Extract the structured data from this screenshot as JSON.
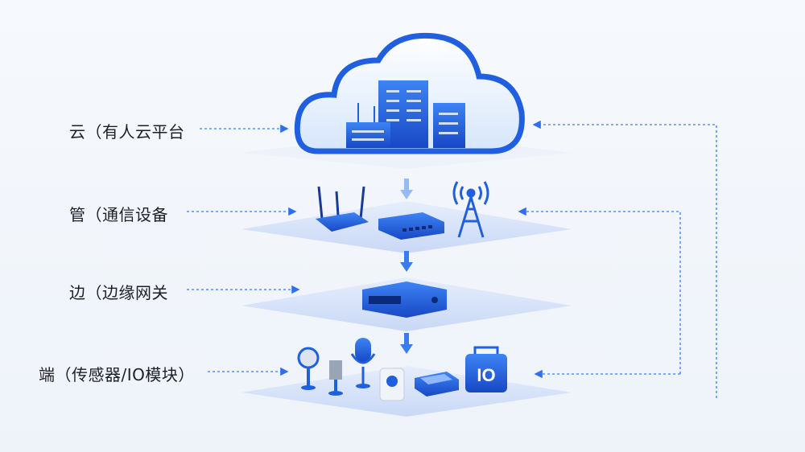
{
  "layers": [
    {
      "label": "云（有人云平台",
      "icon": "cloud-server-icon"
    },
    {
      "label": "管（通信设备",
      "icon": "router-switch-tower-icon"
    },
    {
      "label": "边（边缘网关",
      "icon": "edge-gateway-icon"
    },
    {
      "label": "端（传感器/IO模块）",
      "icon": "sensors-io-icon"
    }
  ],
  "io_module_text": "IO",
  "colors": {
    "accent": "#1f5fe0",
    "arrow": "#3b7bf0",
    "platform": "#cfdcf7",
    "text": "#1d1f24"
  }
}
